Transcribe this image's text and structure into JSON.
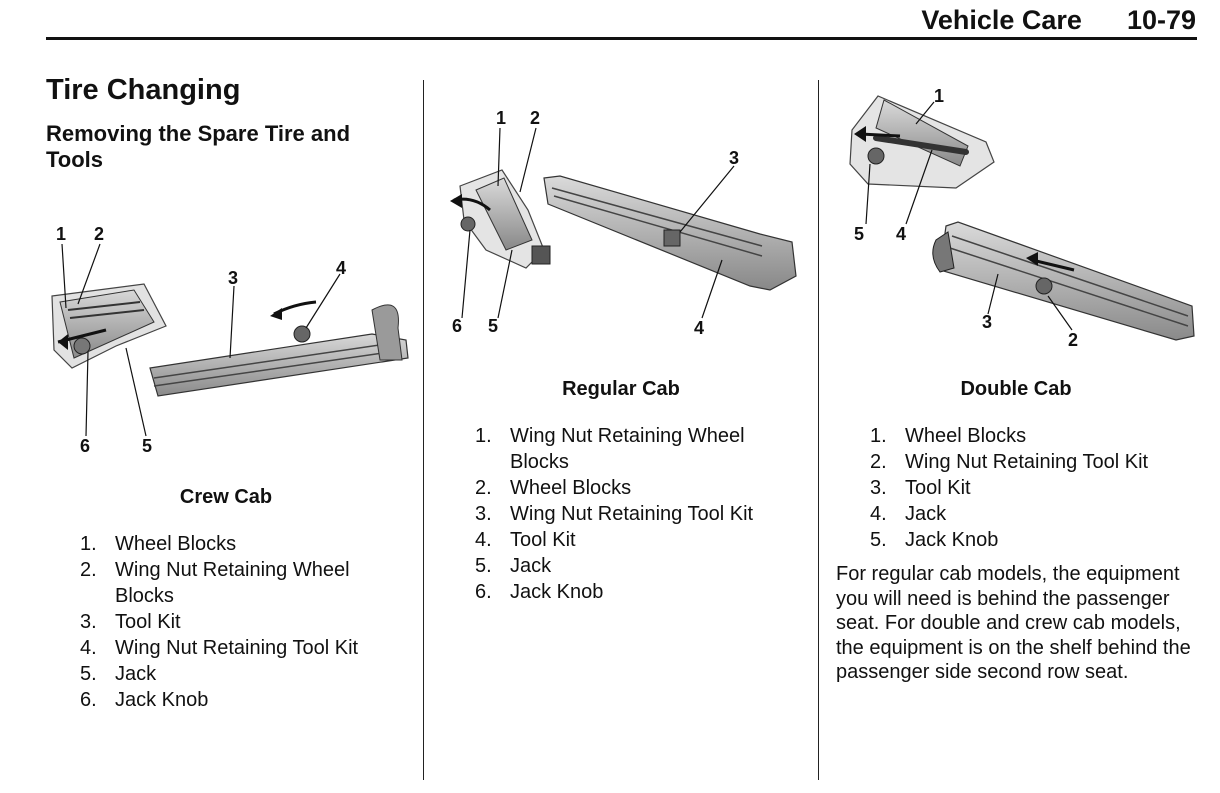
{
  "header": {
    "section": "Vehicle Care",
    "page": "10-79"
  },
  "title": "Tire Changing",
  "subtitle": "Removing the Spare Tire and Tools",
  "figures": {
    "crew": {
      "callouts": [
        "1",
        "2",
        "3",
        "4",
        "5",
        "6"
      ],
      "caption": "Crew Cab"
    },
    "regular": {
      "callouts": [
        "1",
        "2",
        "3",
        "4",
        "5",
        "6"
      ],
      "caption": "Regular Cab"
    },
    "double": {
      "callouts": [
        "1",
        "2",
        "3",
        "4",
        "5"
      ],
      "caption": "Double Cab"
    }
  },
  "lists": {
    "crew": [
      {
        "num": "1.",
        "text": "Wheel Blocks"
      },
      {
        "num": "2.",
        "text": "Wing Nut Retaining Wheel Blocks"
      },
      {
        "num": "3.",
        "text": "Tool Kit"
      },
      {
        "num": "4.",
        "text": "Wing Nut Retaining Tool Kit"
      },
      {
        "num": "5.",
        "text": "Jack"
      },
      {
        "num": "6.",
        "text": "Jack Knob"
      }
    ],
    "regular": [
      {
        "num": "1.",
        "text": "Wing Nut Retaining Wheel Blocks"
      },
      {
        "num": "2.",
        "text": "Wheel Blocks"
      },
      {
        "num": "3.",
        "text": "Wing Nut Retaining Tool Kit"
      },
      {
        "num": "4.",
        "text": "Tool Kit"
      },
      {
        "num": "5.",
        "text": "Jack"
      },
      {
        "num": "6.",
        "text": "Jack Knob"
      }
    ],
    "double": [
      {
        "num": "1.",
        "text": "Wheel Blocks"
      },
      {
        "num": "2.",
        "text": "Wing Nut Retaining Tool Kit"
      },
      {
        "num": "3.",
        "text": "Tool Kit"
      },
      {
        "num": "4.",
        "text": "Jack"
      },
      {
        "num": "5.",
        "text": "Jack Knob"
      }
    ]
  },
  "note": "For regular cab models, the equipment you will need is behind the passenger seat. For double and crew cab models, the equipment is on the shelf behind the passenger side second row seat.",
  "icons": [
    "jack-illustration-icon",
    "tool-kit-illustration-icon",
    "rotation-arrow-icon"
  ]
}
